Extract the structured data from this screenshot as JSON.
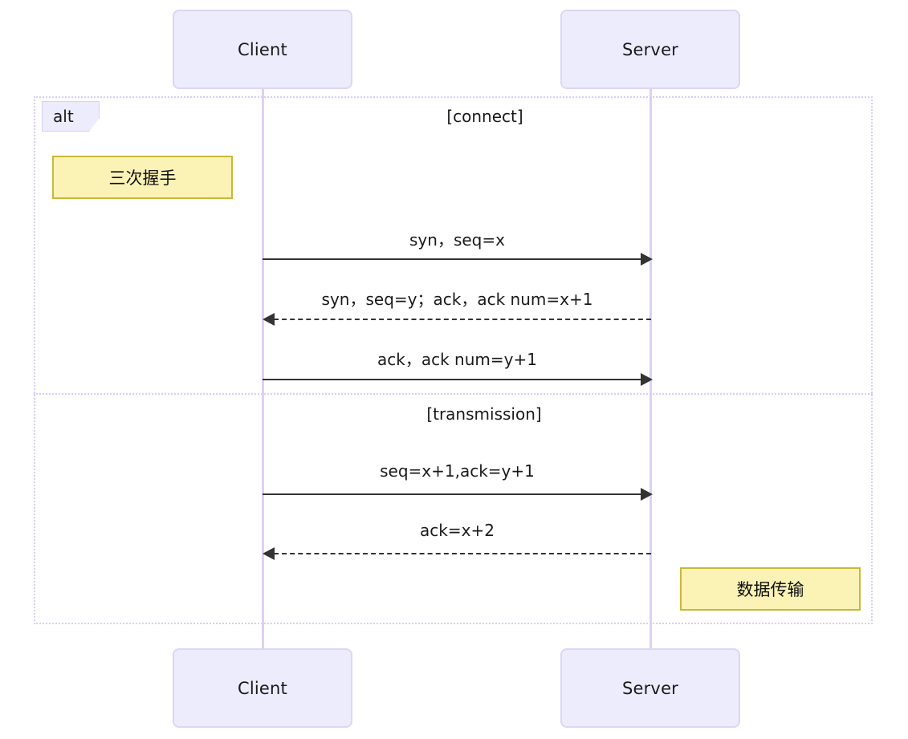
{
  "diagram": {
    "type": "sequence-diagram",
    "background": "#ffffff",
    "colors": {
      "participant_fill": "#ECECFD",
      "participant_border": "#DDD5F3",
      "lifeline": "#DDD0F5",
      "frame_border": "#D8CEF5",
      "note_fill": "#FBF2B6",
      "note_border": "#C7B93A",
      "message_line": "#333333"
    },
    "participants": [
      {
        "id": "client",
        "label": "Client"
      },
      {
        "id": "server",
        "label": "Server"
      }
    ],
    "participants_bottom": [
      {
        "id": "client",
        "label": "Client"
      },
      {
        "id": "server",
        "label": "Server"
      }
    ],
    "fragment": {
      "operator": "alt",
      "sections": [
        {
          "condition": "[connect]"
        },
        {
          "condition": "[transmission]"
        }
      ]
    },
    "notes": [
      {
        "id": "note-handshake",
        "text": "三次握手"
      },
      {
        "id": "note-transfer",
        "text": "数据传输"
      }
    ],
    "messages": [
      {
        "id": "m1",
        "label": "syn，seq=x",
        "from": "client",
        "to": "server",
        "style": "solid",
        "direction": "right"
      },
      {
        "id": "m2",
        "label": "syn，seq=y；ack，ack num=x+1",
        "from": "server",
        "to": "client",
        "style": "dashed",
        "direction": "left"
      },
      {
        "id": "m3",
        "label": "ack，ack num=y+1",
        "from": "client",
        "to": "server",
        "style": "solid",
        "direction": "right"
      },
      {
        "id": "m4",
        "label": "seq=x+1,ack=y+1",
        "from": "client",
        "to": "server",
        "style": "solid",
        "direction": "right"
      },
      {
        "id": "m5",
        "label": "ack=x+2",
        "from": "server",
        "to": "client",
        "style": "dashed",
        "direction": "left"
      }
    ]
  }
}
